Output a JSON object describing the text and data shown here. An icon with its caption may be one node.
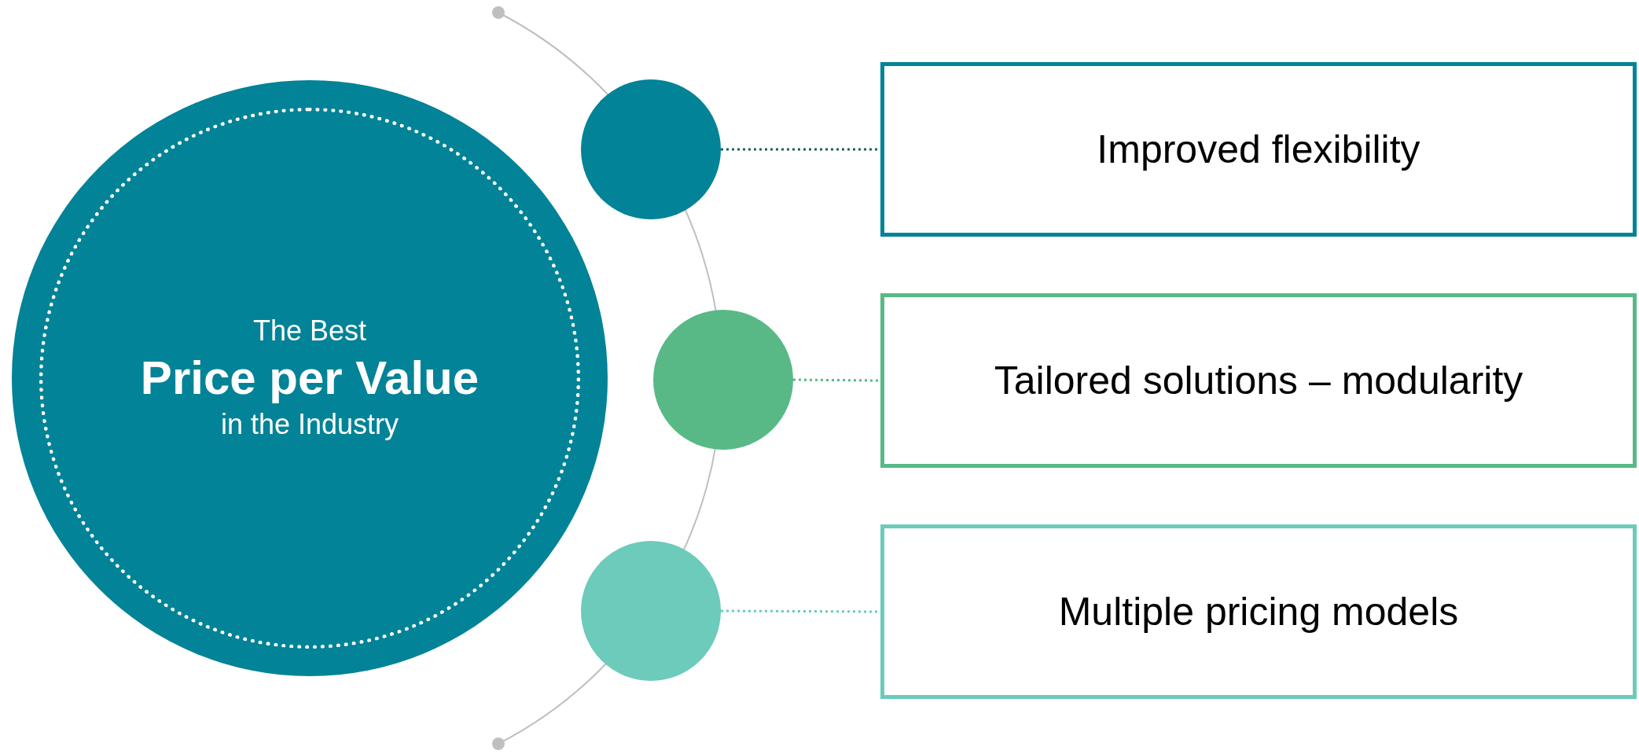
{
  "diagram": {
    "nodes": [
      {
        "text": [
          "The Best",
          "Price per Value",
          "in the Industry"
        ]
      },
      {
        "text": [],
        "shape": "circle"
      },
      {
        "text": [],
        "shape": "circle"
      },
      {
        "text": [],
        "shape": "circle"
      },
      {
        "text": [
          "Improved flexibility"
        ]
      },
      {
        "text": [
          "Tailored solutions – modularity"
        ]
      },
      {
        "text": [
          "Multiple pricing models"
        ]
      }
    ],
    "edges": [
      {
        "from": 1,
        "to": 4,
        "arrow": "none",
        "style": "dashed",
        "color": "#1f5f5b"
      },
      {
        "from": 2,
        "to": 5,
        "arrow": "none",
        "style": "dashed",
        "color": "#58b987"
      },
      {
        "from": 3,
        "to": 6,
        "arrow": "none",
        "style": "dashed",
        "color": "#6ccbbb"
      }
    ]
  }
}
